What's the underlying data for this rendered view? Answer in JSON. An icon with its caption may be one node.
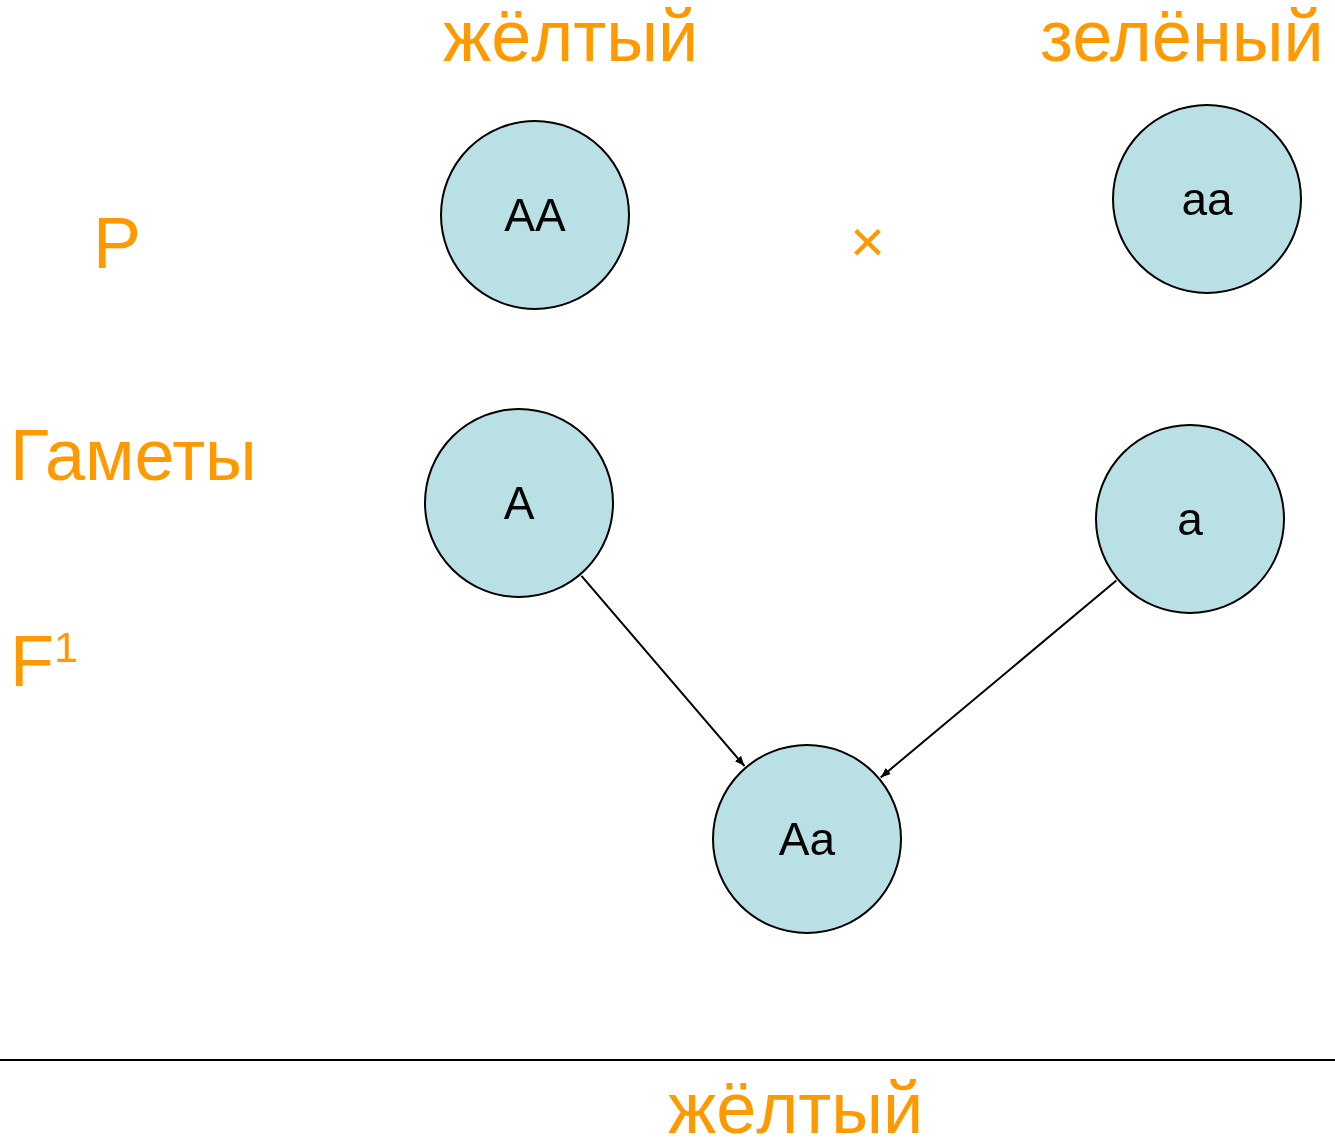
{
  "diagram": {
    "nodes": [
      {
        "text": [
          "AA"
        ]
      },
      {
        "text": [
          "aa"
        ]
      },
      {
        "text": [
          "A"
        ]
      },
      {
        "text": [
          "a"
        ]
      },
      {
        "text": [
          "Aa"
        ]
      }
    ],
    "edges": [
      {
        "from": 2,
        "to": 4,
        "arrow": "to"
      },
      {
        "from": 3,
        "to": 4,
        "arrow": "to"
      }
    ],
    "labels": [
      "жёлтый",
      "зелёный",
      "P",
      "×",
      "Гаметы",
      "F$^{1}$",
      "жёлтый"
    ]
  }
}
